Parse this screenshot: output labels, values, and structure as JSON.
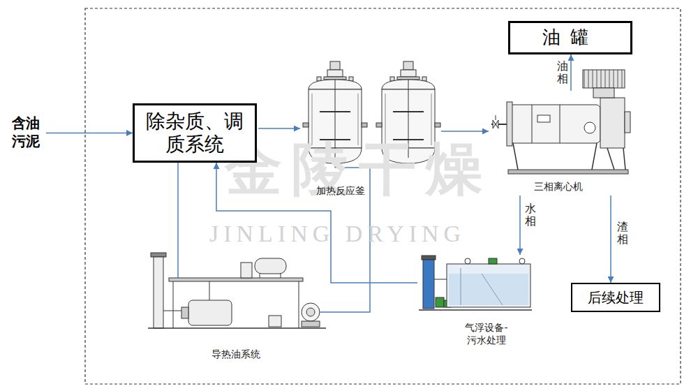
{
  "diagram": {
    "nodes": [
      {
        "text": [
          "含油 污泥"
        ]
      },
      {
        "text": [
          "除杂质、调质系统"
        ]
      },
      {
        "text": [
          "加热反应釜"
        ]
      },
      {
        "text": [
          "三相离心机"
        ]
      },
      {
        "text": [
          "油罐"
        ]
      },
      {
        "text": [
          "后续处理"
        ]
      },
      {
        "text": [
          "气浮设备- 污水处理"
        ]
      },
      {
        "text": [
          "导热油系统"
        ]
      }
    ],
    "edges": [
      {
        "from": 0,
        "to": 1,
        "arrow": "to"
      },
      {
        "from": 1,
        "to": 2,
        "arrow": "to"
      },
      {
        "from": 2,
        "to": 3,
        "arrow": "to"
      },
      {
        "from": 3,
        "to": 4,
        "label": "油相",
        "arrow": "to"
      },
      {
        "from": 3,
        "to": 6,
        "label": "水相",
        "arrow": "to"
      },
      {
        "from": 3,
        "to": 5,
        "label": "渣相",
        "arrow": "to"
      },
      {
        "from": 6,
        "to": 1,
        "arrow": "to"
      },
      {
        "from": 7,
        "to": 1,
        "arrow": "none"
      },
      {
        "from": 7,
        "to": 2,
        "arrow": "none"
      }
    ],
    "labels": [
      "金陵干燥",
      "JINLING DRYING"
    ]
  }
}
